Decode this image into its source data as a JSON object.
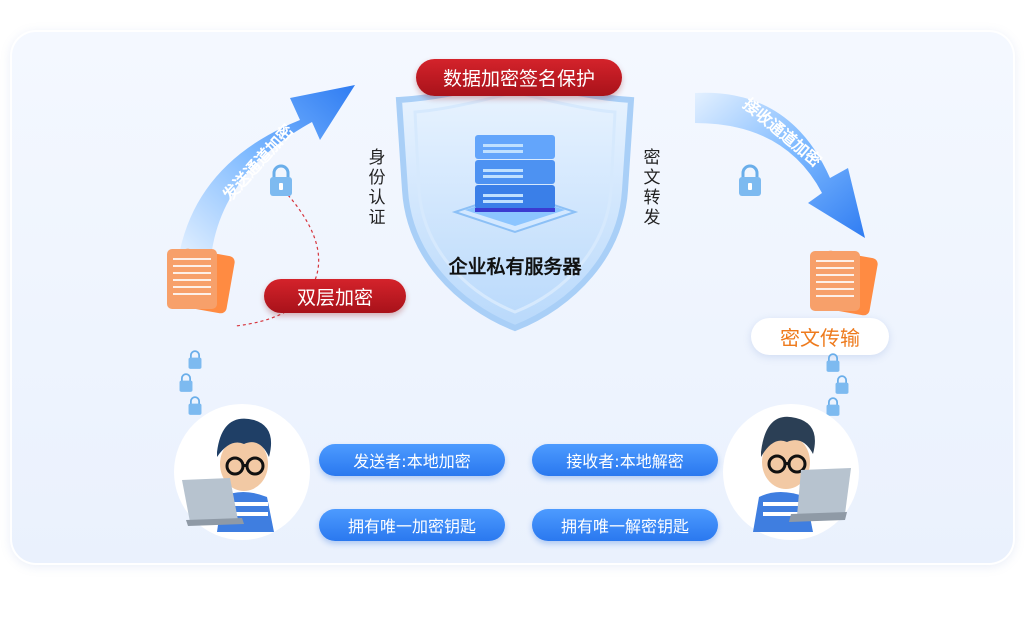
{
  "top_label": "数据加密签名保护",
  "server_label": "企业私有服务器",
  "send_arrow_label": "发送通道加密",
  "receive_arrow_label": "接收通道加密",
  "identity_label": "身份认证",
  "cipher_forward_label": "密文转发",
  "double_encrypt_label": "双层加密",
  "cipher_transfer_label": "密文传输",
  "sender": {
    "line1": "发送者:本地加密",
    "line2": "拥有唯一加密钥匙"
  },
  "receiver": {
    "line1": "接收者:本地解密",
    "line2": "拥有唯一解密钥匙"
  },
  "colors": {
    "red": "#c21820",
    "blue": "#3a88f6",
    "orange": "#ee7a1c",
    "lock_blue": "#6aaeea"
  },
  "icons": [
    "lock-icon",
    "server-icon",
    "document-icon",
    "shield-icon",
    "person-laptop-icon"
  ]
}
